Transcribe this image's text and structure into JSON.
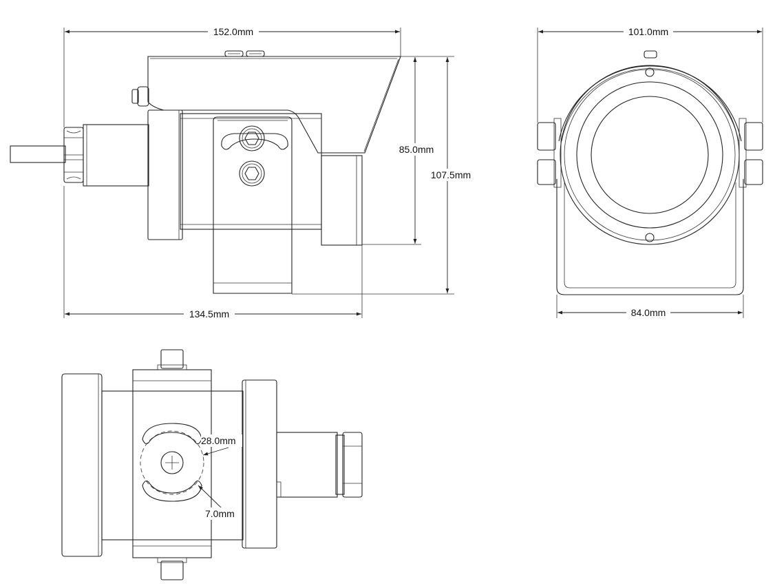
{
  "dimensions": {
    "side_overall_length": "152.0mm",
    "side_body_length": "134.5mm",
    "side_lens_height": "85.0mm",
    "side_total_height": "107.5mm",
    "front_overall_width": "101.0mm",
    "front_bracket_width": "84.0mm",
    "bottom_slot_radius": "28.0mm",
    "bottom_slot_width": "7.0mm"
  }
}
